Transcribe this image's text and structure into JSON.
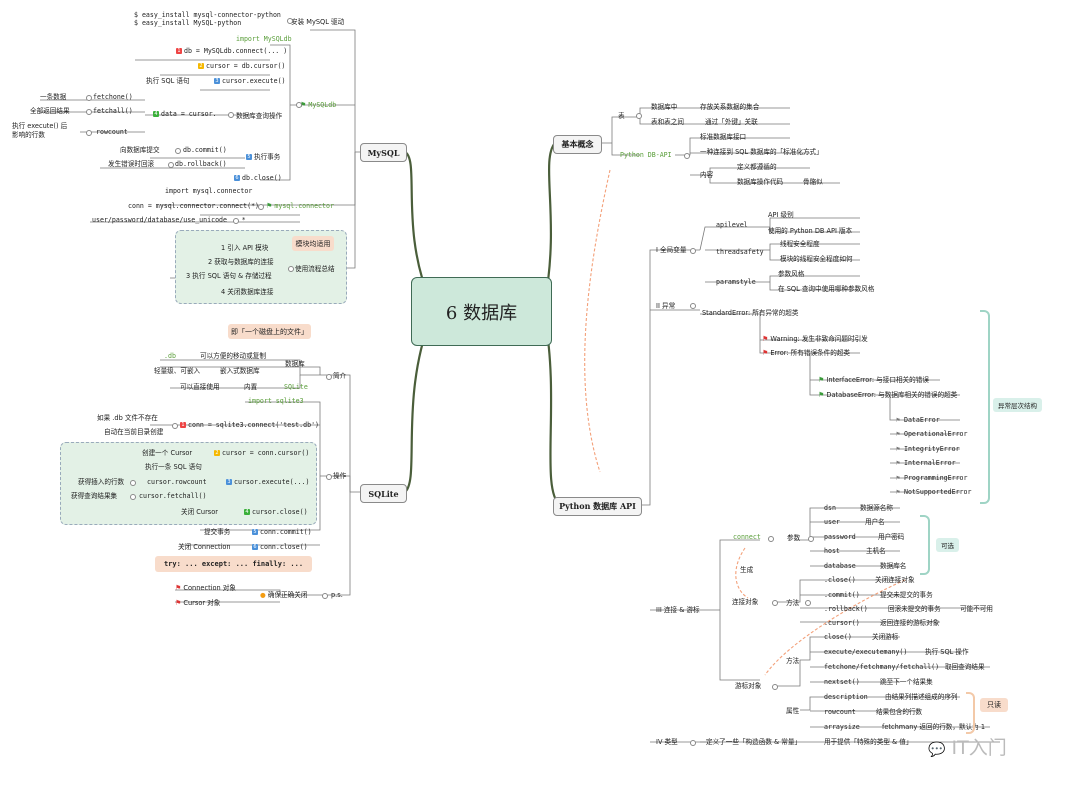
{
  "center": "6  数据库",
  "left": {
    "mysql": {
      "title": "MySQL",
      "install_cmds": [
        "$ easy_install mysql-connector-python",
        "$ easy_install MySQL-python"
      ],
      "install_label": "安装 MySQL 驱动",
      "import_mysqldb": "import MySQLdb",
      "mysqldb_label": "MySQLdb",
      "connect_line": "db = MySQLdb.connect(... )",
      "cursor_line": "cursor = db.cursor()",
      "exec_label": "执行 SQL 语句",
      "execute_line": "cursor.execute()",
      "one_row": "一条数据",
      "fetchone": "fetchone()",
      "all_rows": "全部返回结果",
      "fetchall": "fetchall()",
      "affected": "执行 execute() 后",
      "affected2": "影响的行数",
      "rowcount": "rowcount",
      "data_line": "data = cursor.",
      "query_label": "数据库查询操作",
      "commit_label": "向数据库提交",
      "commit": "db.commit()",
      "rollback_label": "发生错误时回滚",
      "rollback": "db.rollback()",
      "tx_label": "执行事务",
      "close": "db.close()",
      "import_connector": "import mysql.connector",
      "connector_conn": "conn = mysql.connector.connect(*)",
      "connector_label": "mysql.connector",
      "connector_args": "user/password/database/use_unicode",
      "star": "*",
      "summary_note": "模块均适用",
      "summary_steps": [
        "1 引入 API 模块",
        "2 获取与数据库的连接",
        "3 执行 SQL 语句 & 存储过程",
        "4 关闭数据库连接"
      ],
      "summary_label": "使用流程总结"
    },
    "sqlite": {
      "title": "SQLite",
      "file_note": "即「一个磁盘上的文件」",
      "db_ext": ".db",
      "db_ext_label": "可以方便的移动或复制",
      "light": "轻量级、可嵌入",
      "embedded": "嵌入式数据库",
      "direct": "可以直接使用",
      "builtin": "内置",
      "sqlite_word": "SQLite",
      "database_label": "数据库",
      "intro_label": "简介",
      "import_sqlite3": "import sqlite3",
      "not_exist": "如果 .db 文件不存在",
      "auto_create": "自动在当前目录创建",
      "conn_line": "conn = sqlite3.connect('test.db')",
      "create_cursor": "创建一个 Cursor",
      "cursor_line": "cursor = conn.cursor()",
      "exec_label": "执行一条 SQL 语句",
      "inserted": "获得插入的行数",
      "rowcount": "cursor.rowcount",
      "execute_line": "cursor.execute(...)",
      "get_result": "获得查询结果集",
      "fetchall": "cursor.fetchall()",
      "close_cursor": "关闭 Cursor",
      "cursor_close": "cursor.close()",
      "op_label": "操作",
      "submit": "提交事务",
      "commit": "conn.commit()",
      "close_conn": "关闭 Connection",
      "conn_close": "conn.close()",
      "try_note": "try: ... except: ... finally: ...",
      "conn_obj": "Connection 对象",
      "cursor_obj": "Cursor 对象",
      "ensure_close": "确保正确关闭",
      "ps": "p.s."
    }
  },
  "right": {
    "basics": {
      "title": "基本概念",
      "table": "表",
      "in_db": "数据库中",
      "set": "存放关系数据的集合",
      "between": "表和表之间",
      "fk": "通过「外键」关联",
      "python_db_api": "Python DB-API",
      "std_iface": "标准数据库接口",
      "access": "一种连接到 SQL 数据库的「标准化方式」",
      "content": "内容",
      "define": "定义都遵循的",
      "db_code": "数据库操作代码",
      "bone": "骨骼似"
    },
    "api": {
      "title": "Python 数据库 API",
      "globals": "I 全局变量",
      "apilevel": "apilevel",
      "api_level": "API 级别",
      "use_py": "使用的 Python DB API 版本",
      "threadsafety": "threadsafety",
      "thread_level": "线程安全程度",
      "module_share": "模块的线程安全程度如何",
      "paramstyle": "paramstyle",
      "param_style": "参数风格",
      "param_desc": "在 SQL 查询中使用哪种参数风格",
      "exceptions": "II 异常",
      "standard_error": "StandardError: 所有异常的超类",
      "warning": "Warning: 发生非致命问题时引发",
      "error": "Error: 所有错误条件的超类",
      "interface_error": "InterfaceError: 与接口相关的错误",
      "database_error": "DatabaseError: 与数据库相关的错误的超类",
      "db_errors": [
        "DataError",
        "OperationalError",
        "IntegrityError",
        "InternalError",
        "ProgrammingError",
        "NotSupportedError"
      ],
      "hierarchy": "异常层次结构",
      "conn_cursor": "III 连接 & 游标",
      "connect": "connect",
      "params": "参数",
      "connect_params": [
        {
          "k": "dsn",
          "v": "数据源名称"
        },
        {
          "k": "user",
          "v": "用户名"
        },
        {
          "k": "password",
          "v": "用户密码"
        },
        {
          "k": "host",
          "v": "主机名"
        },
        {
          "k": "database",
          "v": "数据库名"
        }
      ],
      "optional": "可选",
      "generate": "生成",
      "conn_obj": "连接对象",
      "method": "方法",
      "conn_methods": [
        {
          "k": ".close()",
          "v": "关闭连接对象"
        },
        {
          "k": ".commit()",
          "v": "提交未提交的事务"
        },
        {
          "k": ".rollback()",
          "v": "回滚未提交的事务"
        },
        {
          "k": ".cursor()",
          "v": "返回连接的游标对象"
        }
      ],
      "maybe_unavailable": "可能不可用",
      "cursor_obj": "游标对象",
      "cursor_method": "方法",
      "cursor_methods": [
        {
          "k": "close()",
          "v": "关闭游标"
        },
        {
          "k": "execute/executemany()",
          "v": "执行 SQL 操作"
        },
        {
          "k": "fetchone/fetchmany/fetchall()",
          "v": "取回查询结果"
        },
        {
          "k": "nextset()",
          "v": "跳至下一个结果集"
        }
      ],
      "attrs": "属性",
      "cursor_attrs": [
        {
          "k": "description",
          "v": "由结果列描述组成的序列"
        },
        {
          "k": "rowcount",
          "v": "结果包含的行数"
        },
        {
          "k": "arraysize",
          "v": "fetchmany 返回的行数，默认为 1"
        }
      ],
      "readonly": "只读",
      "types": "IV 类型",
      "types_desc": "定义了一些「构造函数 & 常量」",
      "types_desc2": "用于提供「特殊的类型 & 值」"
    }
  },
  "watermark": "IT入门",
  "colors": {
    "center_fill": "#cde8da",
    "green_code": "#5a9e3a",
    "note": "#f8dccb",
    "branch": "#3f5e3a"
  }
}
